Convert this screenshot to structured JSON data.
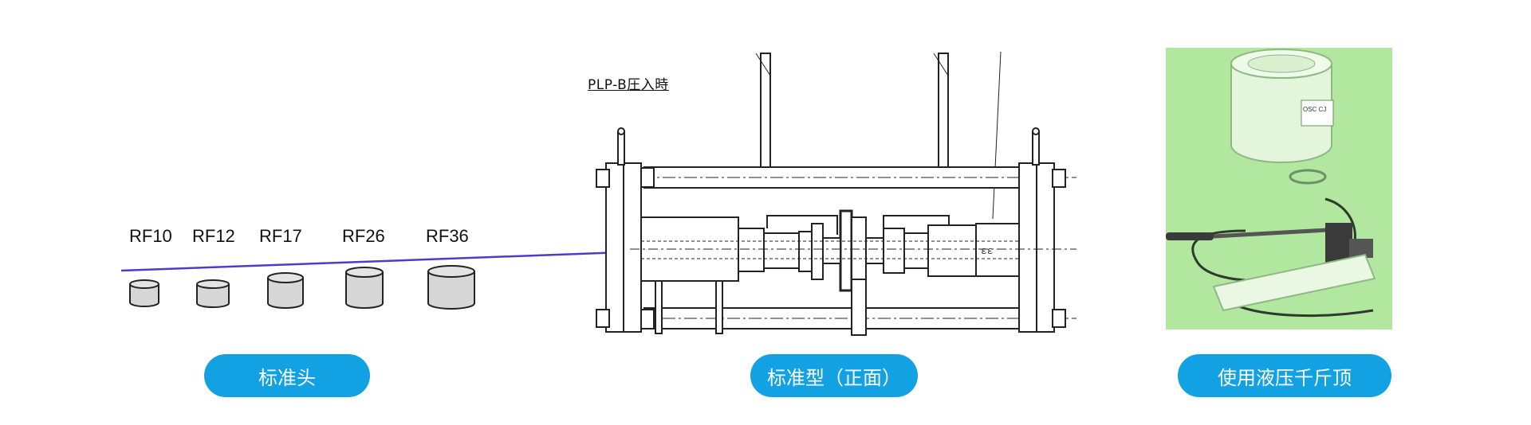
{
  "standard_heads": {
    "labels": [
      "RF10",
      "RF12",
      "RF17",
      "RF26",
      "RF36"
    ],
    "caption": "标准头"
  },
  "front_view": {
    "drawing_title": "PLP-B圧入時",
    "caption": "标准型（正面）"
  },
  "hydraulic_jack": {
    "caption": "使用液压千斤顶",
    "nameplate": "OSC CJ"
  },
  "colors": {
    "pill": "#12a2e3",
    "arrow": "#4b3cc9",
    "photo_bg": "#b2e7a0",
    "cylinder_fill": "#d7d7d7"
  }
}
